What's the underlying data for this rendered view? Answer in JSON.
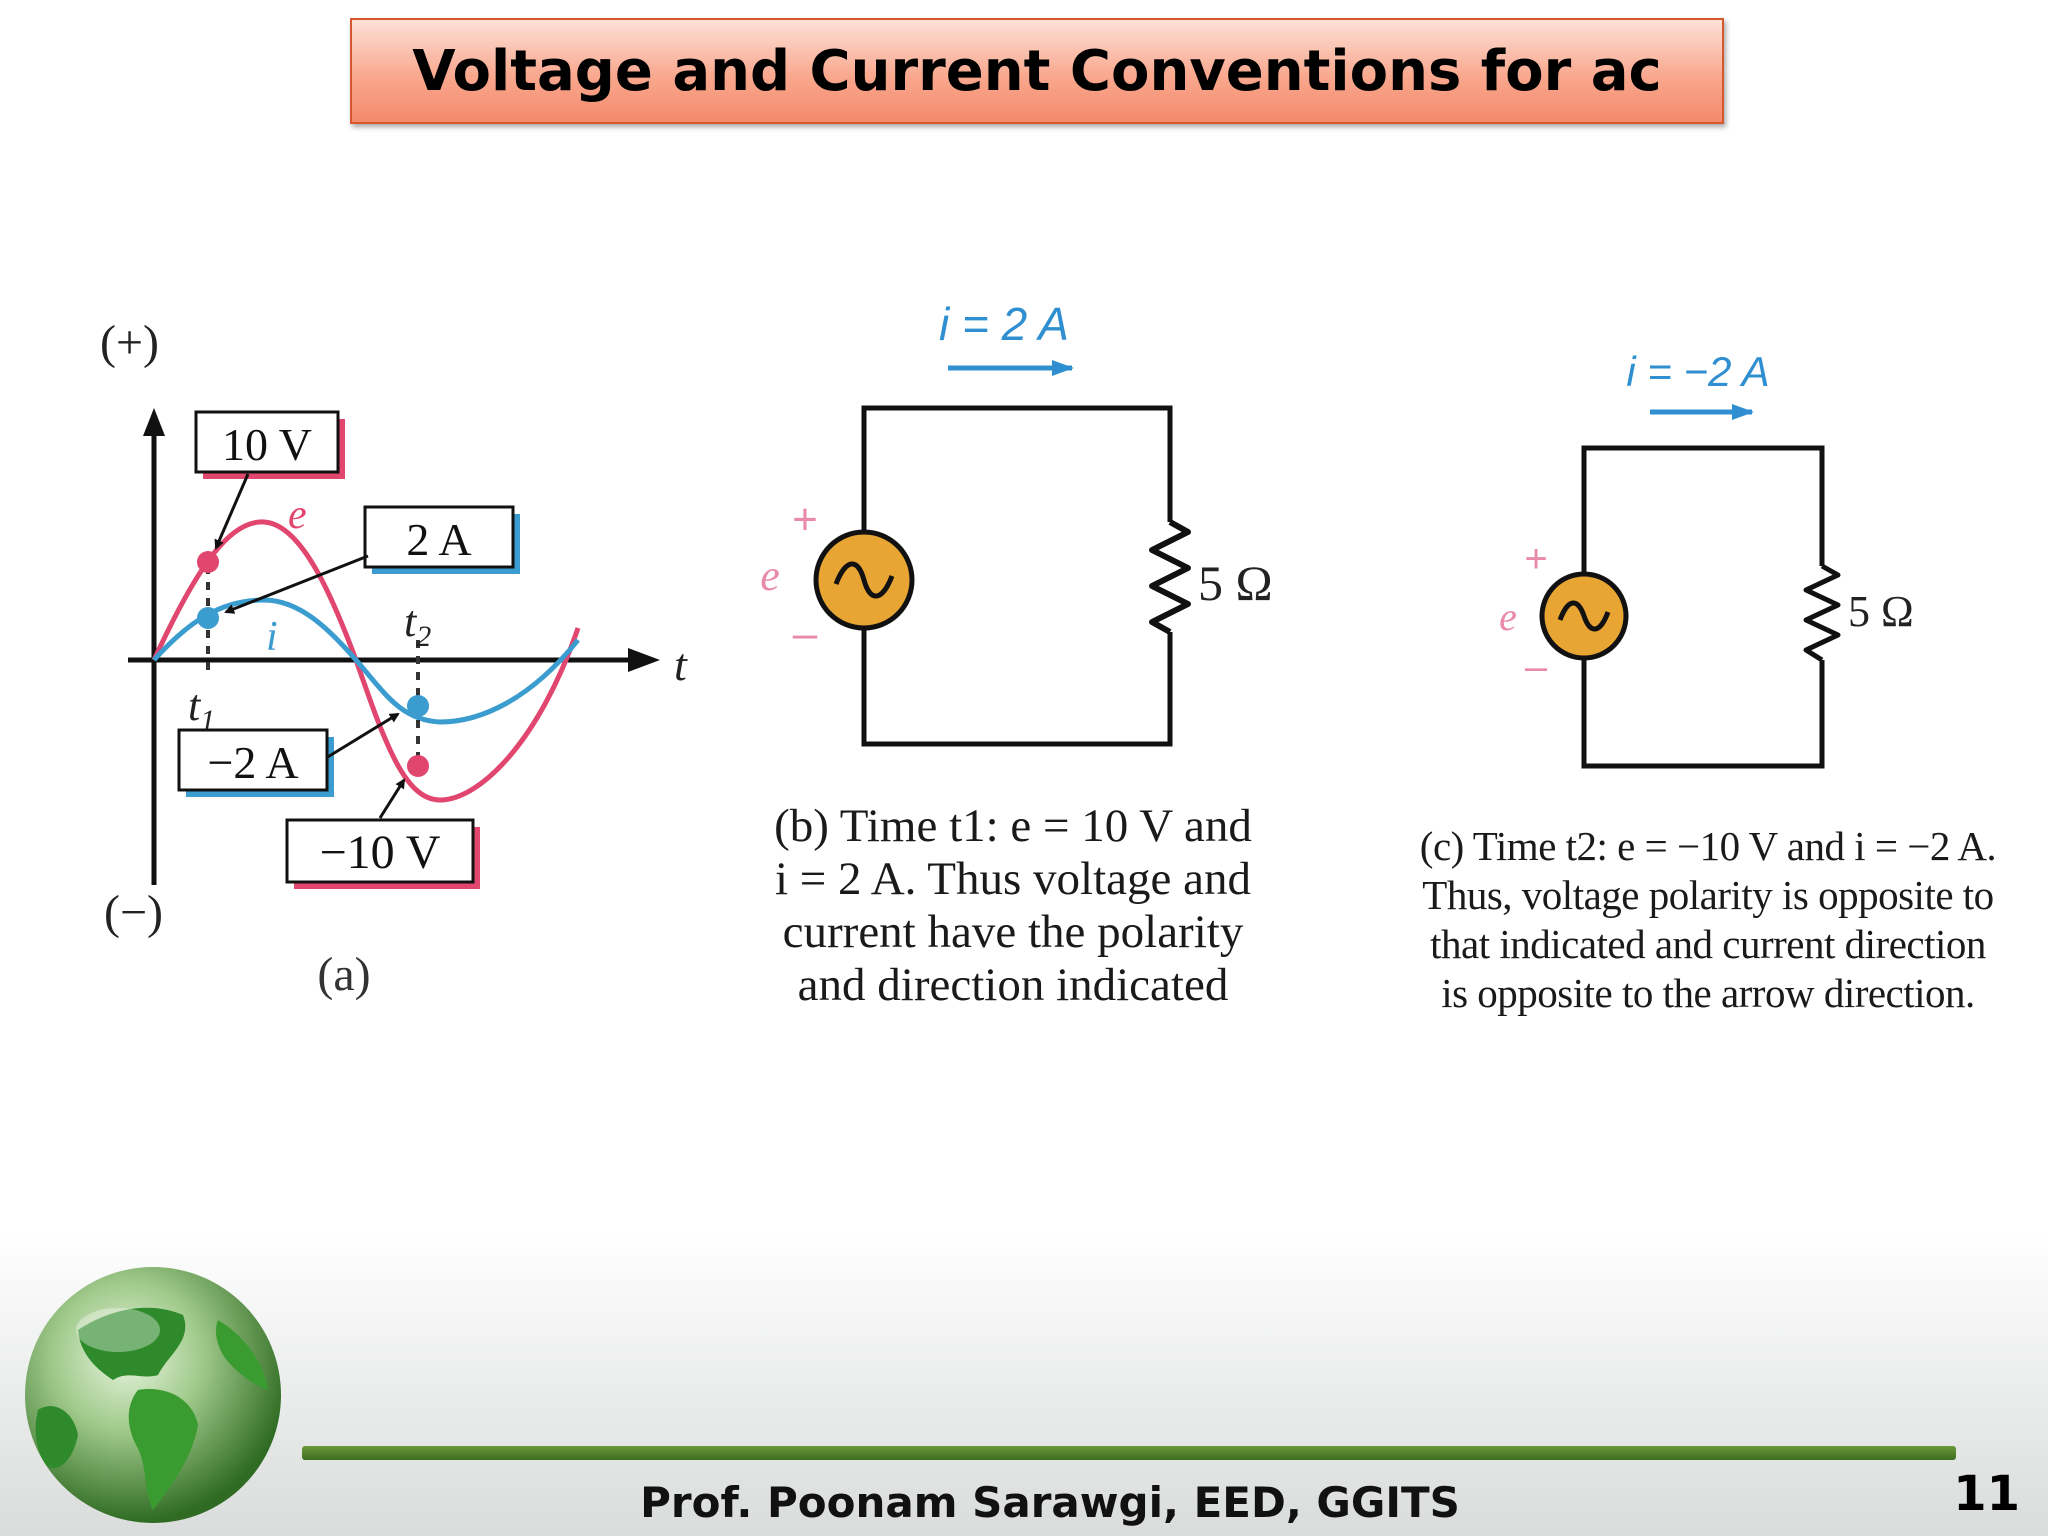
{
  "slide": {
    "title": "Voltage and Current Conventions for ac",
    "footer": "Prof. Poonam Sarawgi, EED, GGITS",
    "page_number": "11"
  },
  "figure_a": {
    "plus_label": "(+)",
    "minus_label": "(−)",
    "axis_t": "t",
    "t1": "t",
    "t1_sub": "1",
    "t2": "t",
    "t2_sub": "2",
    "curve_e": "e",
    "curve_i": "i",
    "box_10v": "10 V",
    "box_2a": "2 A",
    "box_neg2a": "−2 A",
    "box_neg10v": "−10 V",
    "caption": "(a)"
  },
  "figure_b": {
    "current_label": "i = 2 A",
    "plus": "+",
    "minus": "–",
    "source_label": "e",
    "resistor_label": "5 Ω",
    "caption_lines": [
      "(b) Time t1: e = 10 V and",
      "i = 2 A. Thus voltage and",
      "current have the polarity",
      "and direction indicated"
    ]
  },
  "figure_c": {
    "current_label": "i = −2 A",
    "plus": "+",
    "minus": "–",
    "source_label": "e",
    "resistor_label": "5 Ω",
    "caption_lines": [
      "(c) Time t2: e = −10 V and i = −2 A.",
      "Thus, voltage polarity is opposite to",
      "that indicated and current direction",
      "is opposite to the arrow direction."
    ]
  },
  "colors": {
    "voltage_curve": "#e0466e",
    "current_curve": "#3b9ccf",
    "source_fill": "#e8a533",
    "arrow_blue": "#2f8fd0",
    "polarity_pink": "#e88aa8",
    "footer_green": "#4e7f2a",
    "title_fill": "#f9a88e"
  }
}
